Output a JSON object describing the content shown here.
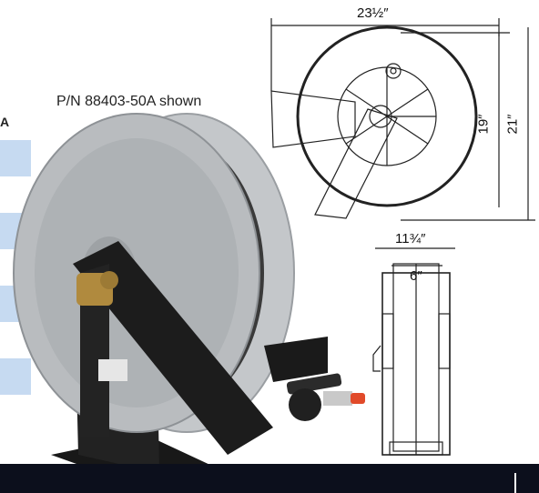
{
  "caption": "P/N 88403-50A shown",
  "tab_letter": "A",
  "dimensions": {
    "front_width": "23½″",
    "height_inner": "19″",
    "height_outer": "21″",
    "side_width_outer": "11¾″",
    "side_width_inner": "6″"
  },
  "colors": {
    "tab_blue": "#c6daf1",
    "footer": "#0c0f1c",
    "reel_gray": "#b9bcbf",
    "frame_black": "#1c1c1c",
    "hose_dark": "#3a3a3a"
  }
}
